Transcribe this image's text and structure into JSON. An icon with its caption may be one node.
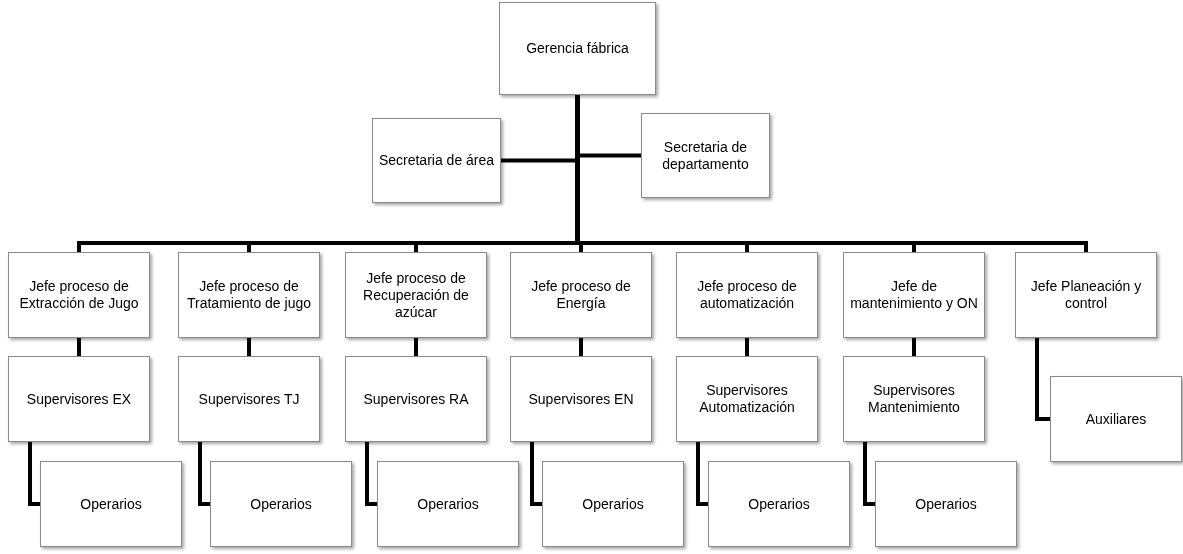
{
  "diagram": {
    "nodes": [
      {
        "text": [
          "Gerencia fábrica"
        ]
      },
      {
        "text": [
          "Secretaria de área"
        ]
      },
      {
        "text": [
          "Secretaria de departamento"
        ]
      },
      {
        "text": [
          "Jefe proceso de Extracción de Jugo"
        ]
      },
      {
        "text": [
          "Jefe proceso de Tratamiento de jugo"
        ]
      },
      {
        "text": [
          "Jefe proceso de Recuperación de azúcar"
        ]
      },
      {
        "text": [
          "Jefe proceso de Energía"
        ]
      },
      {
        "text": [
          "Jefe proceso de automatización"
        ]
      },
      {
        "text": [
          "Jefe de mantenimiento y ON"
        ]
      },
      {
        "text": [
          "Jefe Planeación y control"
        ]
      },
      {
        "text": [
          "Supervisores EX"
        ]
      },
      {
        "text": [
          "Supervisores TJ"
        ]
      },
      {
        "text": [
          "Supervisores RA"
        ]
      },
      {
        "text": [
          "Supervisores EN"
        ]
      },
      {
        "text": [
          "Supervisores Automatización"
        ]
      },
      {
        "text": [
          "Supervisores Mantenimiento"
        ]
      },
      {
        "text": [
          "Auxiliares"
        ]
      },
      {
        "text": [
          "Operarios"
        ]
      },
      {
        "text": [
          "Operarios"
        ]
      },
      {
        "text": [
          "Operarios"
        ]
      },
      {
        "text": [
          "Operarios"
        ]
      },
      {
        "text": [
          "Operarios"
        ]
      },
      {
        "text": [
          "Operarios"
        ]
      }
    ],
    "edges": [
      {
        "from": 0,
        "to": 1,
        "arrow": "none"
      },
      {
        "from": 0,
        "to": 2,
        "arrow": "none"
      },
      {
        "from": 0,
        "to": 3,
        "arrow": "none"
      },
      {
        "from": 0,
        "to": 4,
        "arrow": "none"
      },
      {
        "from": 0,
        "to": 5,
        "arrow": "none"
      },
      {
        "from": 0,
        "to": 6,
        "arrow": "none"
      },
      {
        "from": 0,
        "to": 7,
        "arrow": "none"
      },
      {
        "from": 0,
        "to": 8,
        "arrow": "none"
      },
      {
        "from": 0,
        "to": 9,
        "arrow": "none"
      },
      {
        "from": 3,
        "to": 10,
        "arrow": "none"
      },
      {
        "from": 4,
        "to": 11,
        "arrow": "none"
      },
      {
        "from": 5,
        "to": 12,
        "arrow": "none"
      },
      {
        "from": 6,
        "to": 13,
        "arrow": "none"
      },
      {
        "from": 7,
        "to": 14,
        "arrow": "none"
      },
      {
        "from": 8,
        "to": 15,
        "arrow": "none"
      },
      {
        "from": 9,
        "to": 16,
        "arrow": "none"
      },
      {
        "from": 10,
        "to": 17,
        "arrow": "none"
      },
      {
        "from": 11,
        "to": 18,
        "arrow": "none"
      },
      {
        "from": 12,
        "to": 19,
        "arrow": "none"
      },
      {
        "from": 13,
        "to": 20,
        "arrow": "none"
      },
      {
        "from": 14,
        "to": 21,
        "arrow": "none"
      },
      {
        "from": 15,
        "to": 22,
        "arrow": "none"
      }
    ]
  }
}
